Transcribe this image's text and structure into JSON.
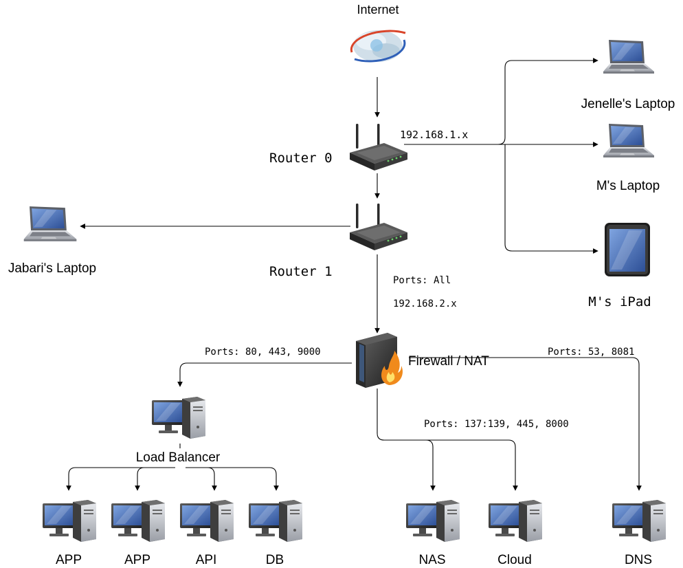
{
  "nodes": {
    "internet": "Internet",
    "router0": "Router 0",
    "router1": "Router 1",
    "jenelle_laptop": "Jenelle's Laptop",
    "m_laptop": "M's Laptop",
    "m_ipad": "M's iPad",
    "jabari_laptop": "Jabari's Laptop",
    "firewall": "Firewall / NAT",
    "load_balancer": "Load Balancer",
    "app1": "APP",
    "app2": "APP",
    "api": "API",
    "db": "DB",
    "nas": "NAS",
    "cloud": "Cloud",
    "dns": "DNS"
  },
  "edge_labels": {
    "subnet_1": "192.168.1.x",
    "router1_ports": "Ports: All",
    "subnet_2": "192.168.2.x",
    "lb_ports": "Ports: 80, 443, 9000",
    "dns_ports": "Ports: 53, 8081",
    "storage_ports": "Ports: 137:139, 445, 8000"
  },
  "icons": {
    "internet": "globe-icon",
    "router": "wireless-router-icon",
    "laptop": "laptop-icon",
    "tablet": "tablet-icon",
    "firewall": "firewall-icon",
    "server": "desktop-computer-icon"
  },
  "colors": {
    "line": "#000000",
    "screen": "#3e62a8",
    "device_body": "#3b3b3b",
    "flame": "#f08a1c"
  }
}
